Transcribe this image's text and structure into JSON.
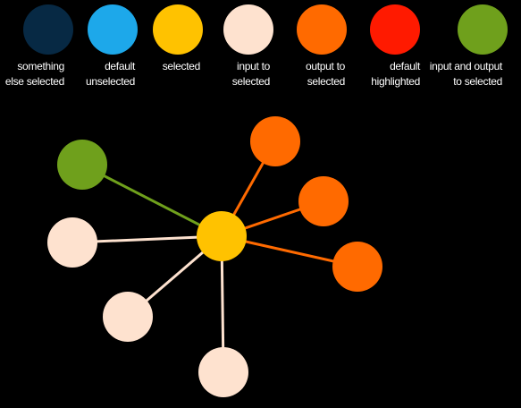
{
  "legend": [
    {
      "label": "something\nelse selected",
      "color": "#072944"
    },
    {
      "label": "default\nunselected",
      "color": "#1da8ea"
    },
    {
      "label": "selected",
      "color": "#ffc200"
    },
    {
      "label": "input to\nselected",
      "color": "#fee2cf"
    },
    {
      "label": "output to\nselected",
      "color": "#ff6a00"
    },
    {
      "label": "default\nhighlighted",
      "color": "#ff1a00"
    },
    {
      "label": "input and output\nto selected",
      "color": "#6fa01c"
    }
  ],
  "graph": {
    "center": {
      "role": "selected",
      "color": "#ffc200"
    },
    "nodes": [
      {
        "role": "input-and-output",
        "color": "#6fa01c",
        "edge_color": "#6fa01c"
      },
      {
        "role": "input",
        "color": "#fee2cf",
        "edge_color": "#fee2cf"
      },
      {
        "role": "input",
        "color": "#fee2cf",
        "edge_color": "#fee2cf"
      },
      {
        "role": "input",
        "color": "#fee2cf",
        "edge_color": "#fee2cf"
      },
      {
        "role": "output",
        "color": "#ff6a00",
        "edge_color": "#ff6a00"
      },
      {
        "role": "output",
        "color": "#ff6a00",
        "edge_color": "#ff6a00"
      },
      {
        "role": "output",
        "color": "#ff6a00",
        "edge_color": "#ff6a00"
      }
    ]
  }
}
